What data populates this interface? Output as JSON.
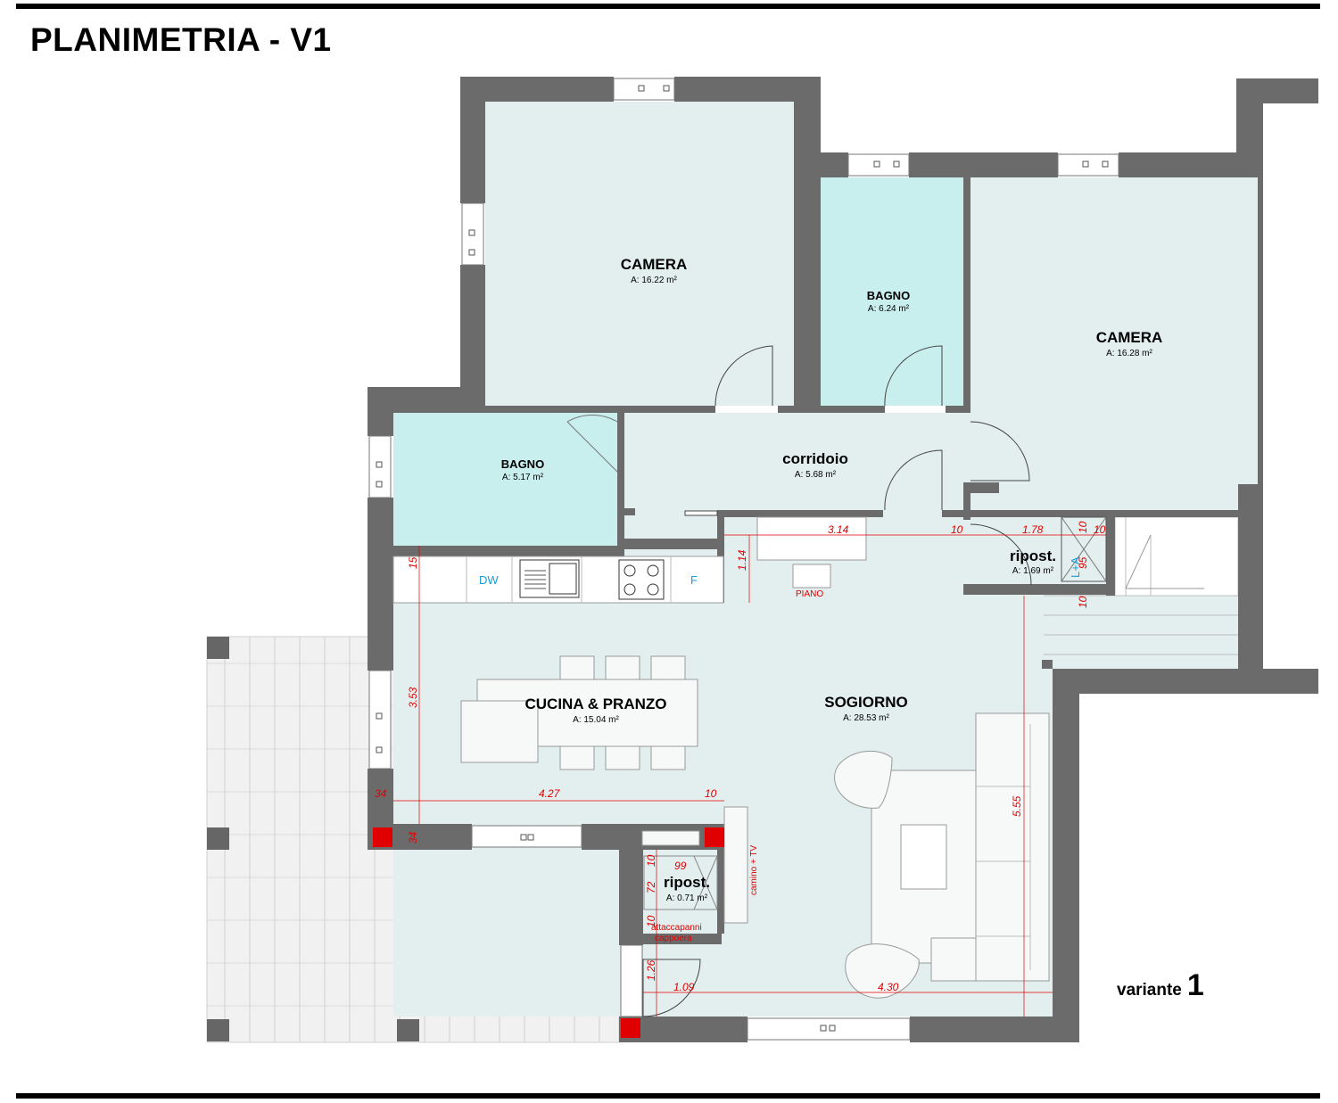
{
  "title": "PLANIMETRIA - V1",
  "variant": {
    "label": "variante",
    "number": "1"
  },
  "rooms": {
    "camera_1": {
      "name": "CAMERA",
      "area": "A: 16.22 m²"
    },
    "bagno_1": {
      "name": "BAGNO",
      "area": "A: 6.24 m²"
    },
    "camera_2": {
      "name": "CAMERA",
      "area": "A: 16.28 m²"
    },
    "bagno_2": {
      "name": "BAGNO",
      "area": "A: 5.17 m²"
    },
    "corridoio": {
      "name": "corridoio",
      "area": "A: 5.68 m²"
    },
    "ripost_1": {
      "name": "ripost.",
      "area": "A: 1.69 m²"
    },
    "cucina": {
      "name": "CUCINA & PRANZO",
      "area": "A: 15.04 m²"
    },
    "sogiorno": {
      "name": "SOGIORNO",
      "area": "A: 28.53 m²"
    },
    "ripost_2": {
      "name": "ripost.",
      "area": "A: 0.71 m²"
    }
  },
  "appliances": {
    "dishwasher": "DW",
    "fridge": "F",
    "lift": "L+A"
  },
  "labels": {
    "piano": "PIANO",
    "camino": "camino + TV",
    "attaccapanni_1": "attaccapanni",
    "attaccapanni_2": "cappoera"
  },
  "dimensions": {
    "d314": "3.14",
    "d10a": "10",
    "d178": "1.78",
    "d10b": "10",
    "d10c": "10",
    "d95": "95",
    "d10d": "10",
    "d114": "1.14",
    "d15": "15",
    "d353": "3.53",
    "d34a": "34",
    "d427": "4.27",
    "d10e": "10",
    "d34b": "34",
    "d99": "99",
    "d10f": "10",
    "d72": "72",
    "d10g": "10",
    "d126": "1.26",
    "d109": "1.09",
    "d430": "4.30",
    "d555": "5.55"
  }
}
